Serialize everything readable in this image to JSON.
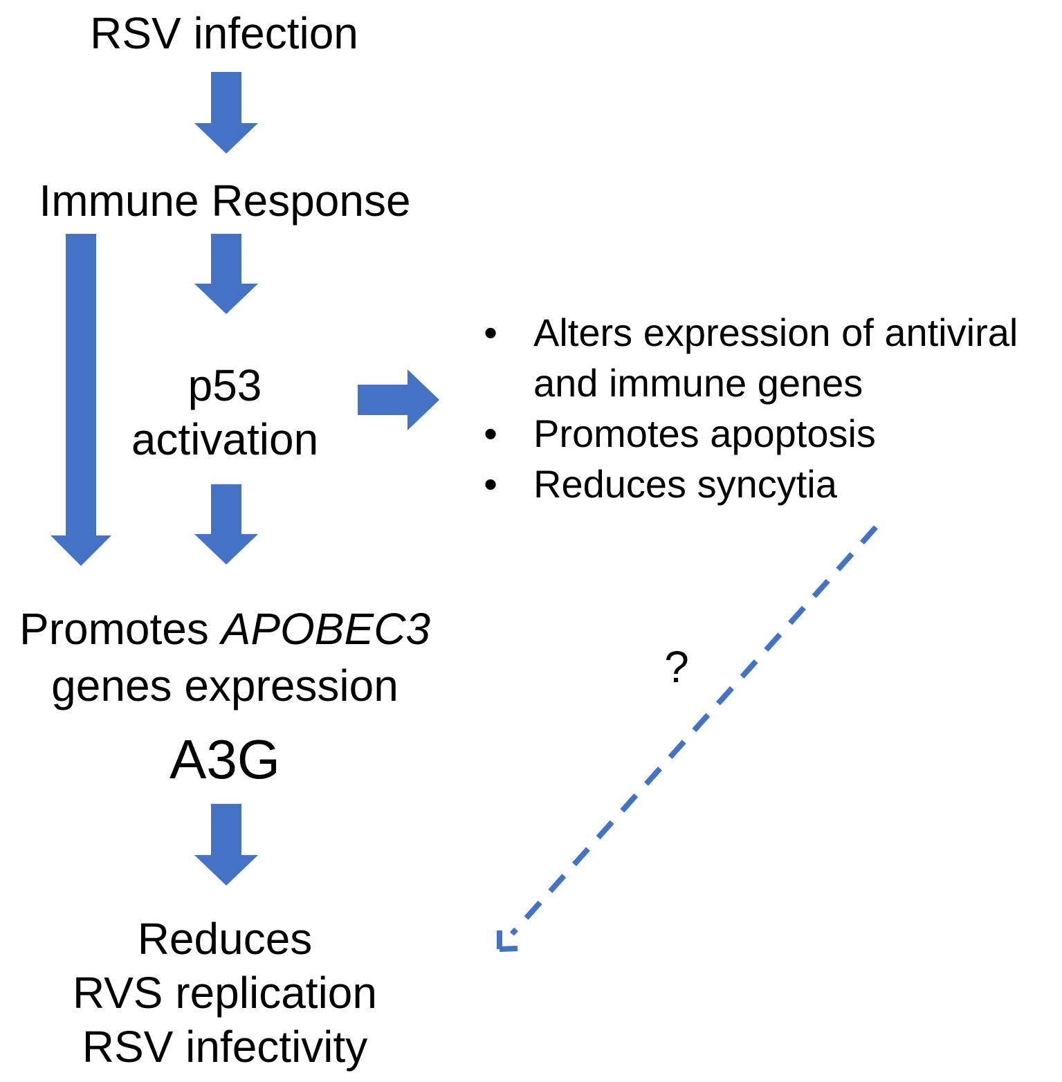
{
  "colors": {
    "arrow": "#4472C4",
    "text": "#000000",
    "background": "#FFFFFF"
  },
  "nodes": {
    "infection": "RSV infection",
    "immune_response": "Immune Response",
    "p53_line1": "p53",
    "p53_line2": "activation",
    "apobec_prefix": "Promotes ",
    "apobec_gene": "APOBEC3",
    "apobec_line2": "genes expression",
    "a3g": "A3G",
    "reduces_line1": "Reduces",
    "reduces_line2": "RVS replication",
    "reduces_line3": "RSV infectivity",
    "question": "?"
  },
  "effects": {
    "bullet": "•",
    "items": [
      "Alters expression of antiviral",
      "and immune genes",
      "Promotes apoptosis",
      "Reduces syncytia"
    ],
    "bulleted": [
      true,
      false,
      true,
      true
    ]
  }
}
